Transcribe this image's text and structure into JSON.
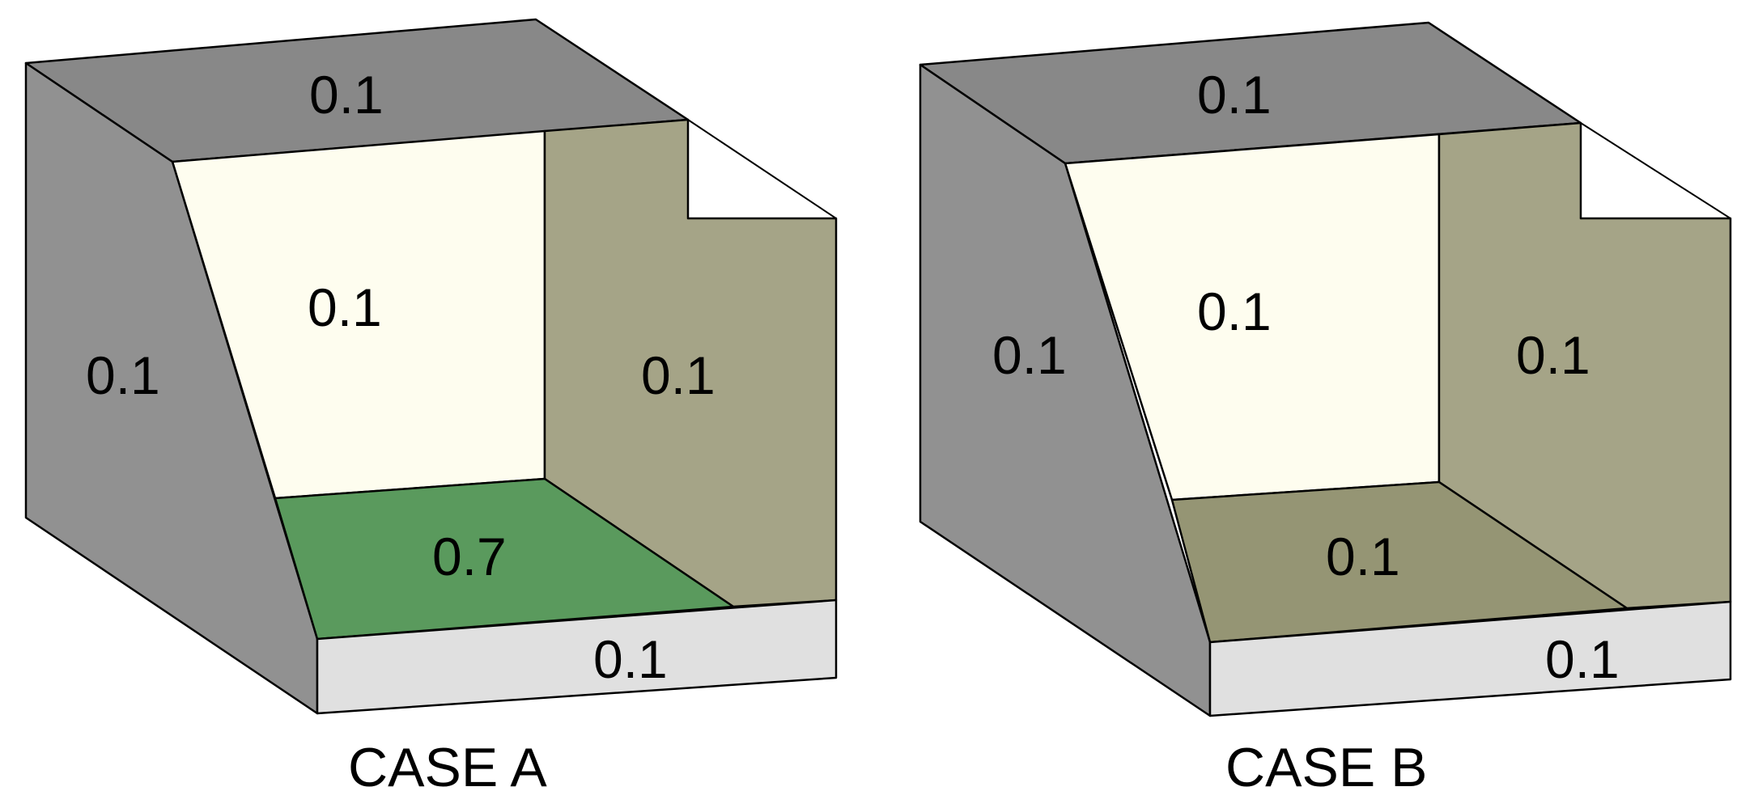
{
  "diagram": {
    "cases": [
      {
        "caption": "CASE A",
        "faces": {
          "top": "0.1",
          "back": "0.1",
          "left": "0.1",
          "right": "0.1",
          "floor": "0.7",
          "front": "0.1"
        },
        "colors": {
          "top": "#888888",
          "back": "#fefdef",
          "left": "#919191",
          "right": "#a5a487",
          "floor": "#5a9a5d",
          "front": "#e0e0e0"
        }
      },
      {
        "caption": "CASE B",
        "faces": {
          "top": "0.1",
          "back": "0.1",
          "left": "0.1",
          "right": "0.1",
          "floor": "0.1",
          "front": "0.1"
        },
        "colors": {
          "top": "#888888",
          "back": "#fefdef",
          "left": "#919191",
          "right": "#a5a487",
          "floor": "#959574",
          "front": "#e0e0e0"
        }
      }
    ]
  }
}
